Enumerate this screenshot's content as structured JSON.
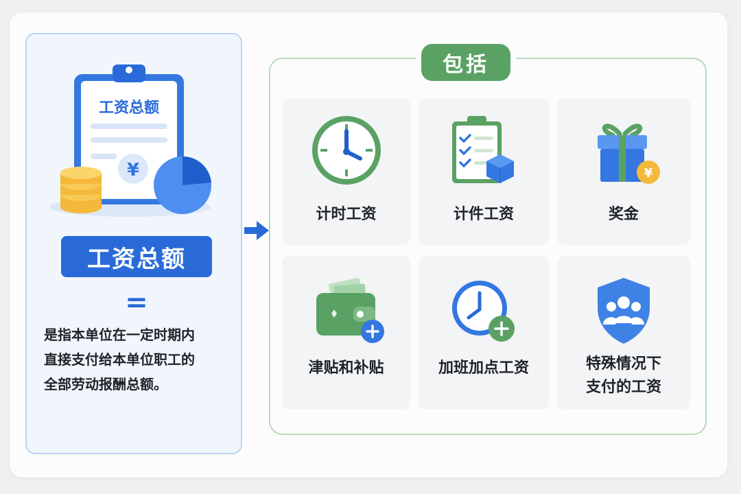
{
  "left": {
    "illustration_title": "工资总额",
    "currency_symbol": "¥",
    "term": "工资总额",
    "equals_sign": "=",
    "definition_lines": [
      "是指本单位在一定时期内",
      "直接支付给本单位职工的",
      "全部劳动报酬总额。"
    ]
  },
  "right": {
    "header": "包括",
    "items": [
      {
        "label_lines": [
          "计时工资"
        ],
        "icon": "clock-icon"
      },
      {
        "label_lines": [
          "计件工资"
        ],
        "icon": "checklist-box-icon"
      },
      {
        "label_lines": [
          "奖金"
        ],
        "icon": "gift-icon",
        "badge": "¥"
      },
      {
        "label_lines": [
          "津贴和补贴"
        ],
        "icon": "wallet-plus-icon"
      },
      {
        "label_lines": [
          "加班加点工资"
        ],
        "icon": "clock-plus-icon"
      },
      {
        "label_lines": [
          "特殊情况下",
          "支付的工资"
        ],
        "icon": "shield-people-icon"
      }
    ]
  },
  "colors": {
    "primary_blue": "#2a6ad8",
    "green": "#5aa264",
    "text": "#1f2329"
  }
}
